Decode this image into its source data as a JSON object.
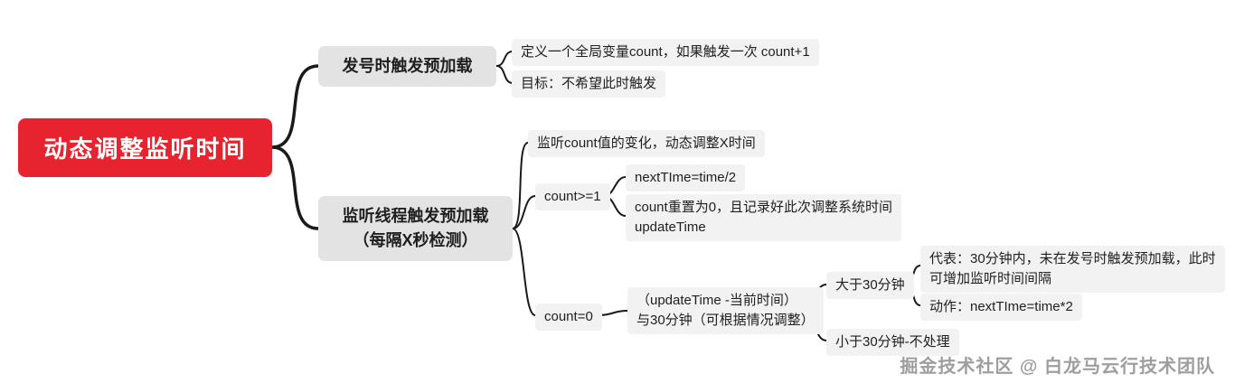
{
  "colors": {
    "root_bg": "#e6232e",
    "branch_bg": "#e3e3e3",
    "leaf_bg": "#f2f2f2",
    "line": "#1a1a1a",
    "watermark_text": "#9e9e9e"
  },
  "nodes": {
    "root": "动态调整监听时间",
    "trigger_on_dispatch": "发号时触发预加载",
    "define_count": "定义一个全局变量count，如果触发一次 count+1",
    "goal": "目标：不希望此时触发",
    "listener_thread": "监听线程触发预加载\n（每隔X秒检测）",
    "watch_count": "监听count值的变化，动态调整X时间",
    "count_ge1": "count>=1",
    "next_time_half": "nextTIme=time/2",
    "count_reset": "count重置为0，且记录好此次调整系统时间\nupdateTime",
    "count_eq0": "count=0",
    "time_diff": "（updateTime -当前时间）\n与30分钟（可根据情况调整）",
    "gt30": "大于30分钟",
    "gt30_meaning": "代表：30分钟内，未在发号时触发预加载，此时\n可增加监听时间间隔",
    "gt30_action": "动作：nextTIme=time*2",
    "lt30": "小于30分钟-不处理"
  },
  "watermark": "掘金技术社区 @ 白龙马云行技术团队"
}
